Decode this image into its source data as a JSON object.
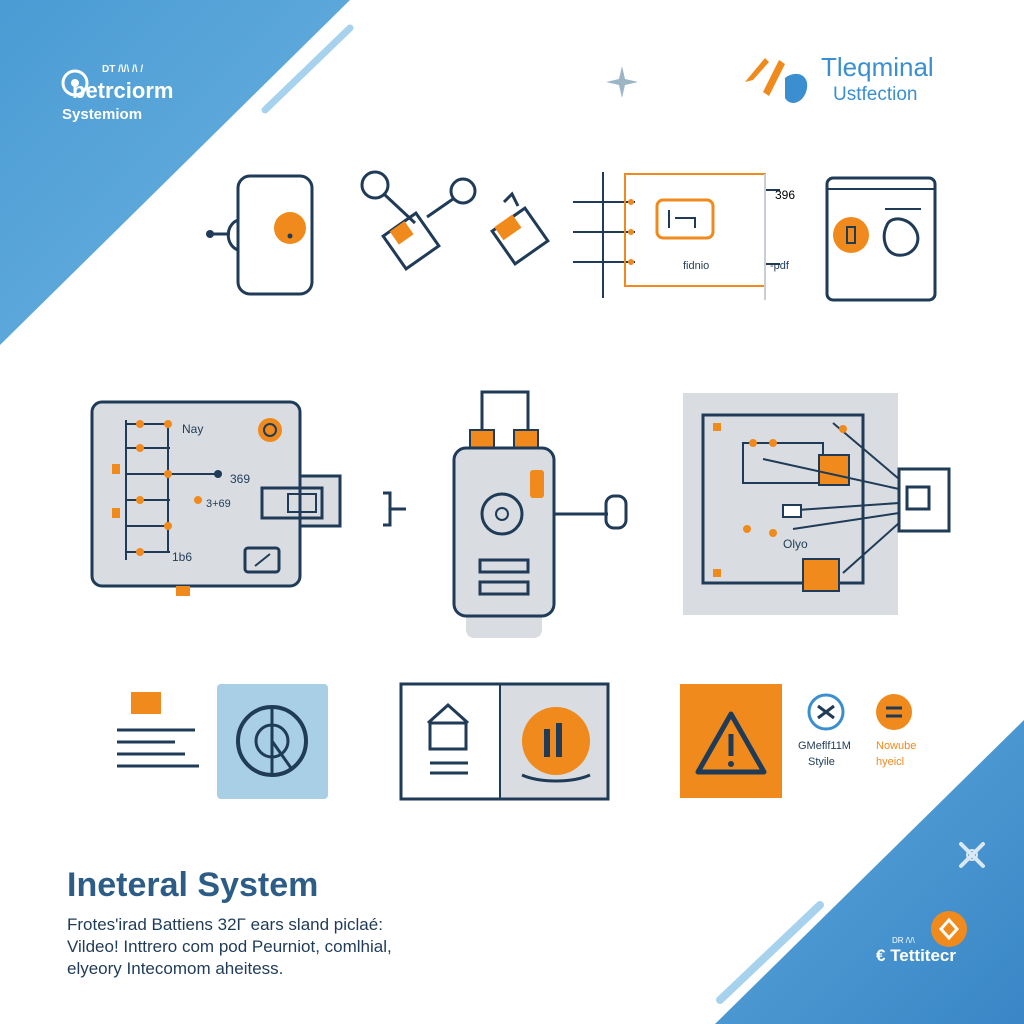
{
  "brand_left": {
    "tiny": "DT /\\/\\ /\\ /",
    "line1": "betrciorm",
    "line2": "Systemiom"
  },
  "brand_right": {
    "line1": "Tleqminal",
    "line2": "Ustfection"
  },
  "labels": {
    "circuit_top_right": "396",
    "circuit_center": "fidnio",
    "circuit_bottom_right": "-pdf",
    "board_nav": "Nay",
    "board_mid1": "369",
    "board_mid2": "3+69",
    "board_bottom": "1b6",
    "right_board": "Olyo"
  },
  "tiles": {
    "gauge_label_1": "GMeflf11M",
    "gauge_label_2": "Styile",
    "hazard_label_1": "Nowube",
    "hazard_label_2": "hyeicl"
  },
  "footer": {
    "title": "Ineteral System",
    "line1": "Frotes'irad  Battiens  32Γ ears  sland piclaé:",
    "line2": "Vildeo!  Inttrero com pod  Ρeurniot, comlhial,",
    "line3": "elyeory  Intecomom  aheitess."
  },
  "corner_badge": {
    "tiny": "DR /\\/\\",
    "label": "Tettitecr"
  },
  "colors": {
    "accent": "#f08a1c",
    "blue": "#3b8fd0",
    "navy": "#1f3b57",
    "grey": "#d9dde2",
    "light_blue_tile": "#a8cfe6"
  }
}
